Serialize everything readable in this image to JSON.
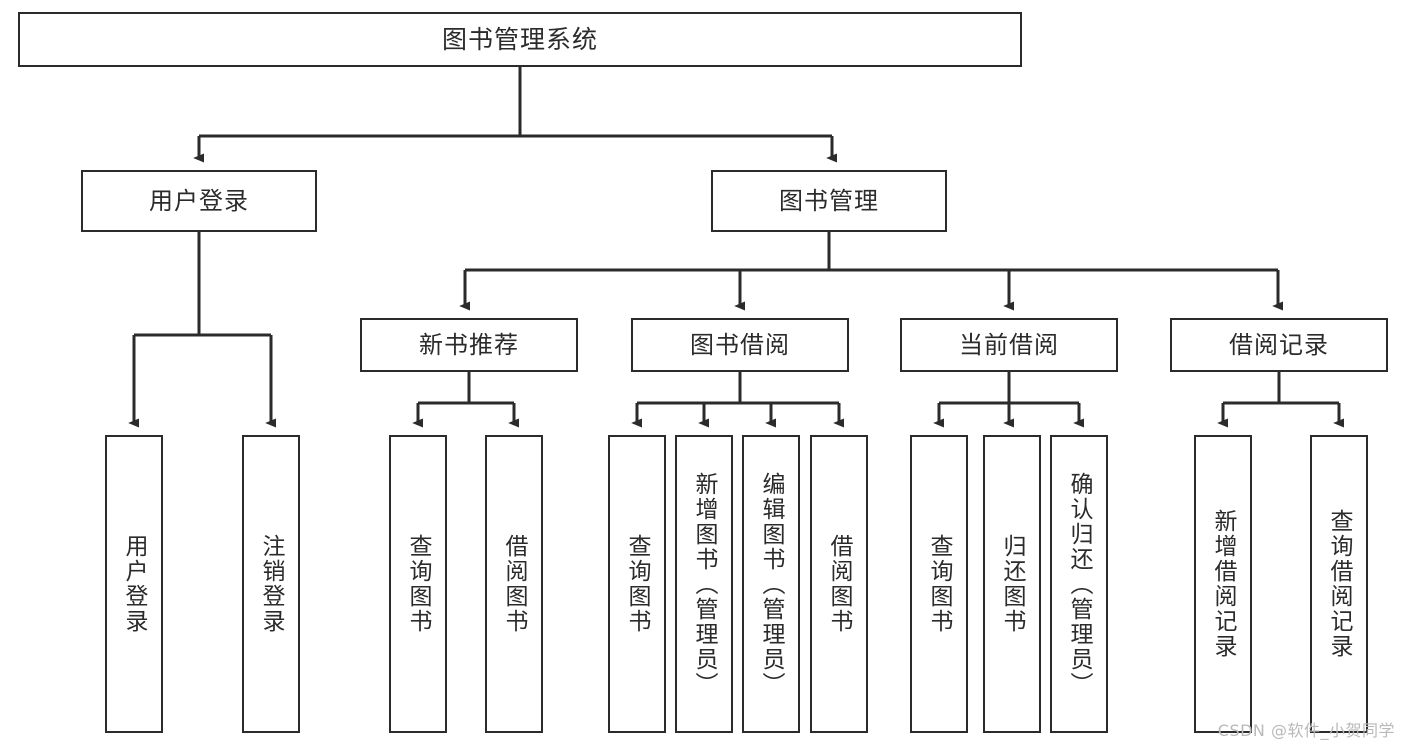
{
  "diagram": {
    "title": "图书管理系统",
    "type": "tree-hierarchy",
    "watermark": "CSDN @软件_小贺同学",
    "colors": {
      "stroke": "#2b2b2b",
      "fill": "#ffffff",
      "text": "#2b2b2b",
      "watermark": "#b9b9b9"
    },
    "root": {
      "label": "图书管理系统"
    },
    "level2": [
      {
        "id": "user-login",
        "label": "用户登录"
      },
      {
        "id": "book-management",
        "label": "图书管理"
      }
    ],
    "level3": [
      {
        "id": "new-book-recommend",
        "label": "新书推荐"
      },
      {
        "id": "book-borrow",
        "label": "图书借阅"
      },
      {
        "id": "current-borrow",
        "label": "当前借阅"
      },
      {
        "id": "borrow-record",
        "label": "借阅记录"
      }
    ],
    "leaves": {
      "user_login": [
        {
          "id": "leaf-user-login",
          "label": "用户登录"
        },
        {
          "id": "leaf-user-logout",
          "label": "注销登录"
        }
      ],
      "new_book_recommend": [
        {
          "id": "leaf-query-book-1",
          "label": "查询图书"
        },
        {
          "id": "leaf-borrow-book-1",
          "label": "借阅图书"
        }
      ],
      "book_borrow": [
        {
          "id": "leaf-query-book-2",
          "label": "查询图书"
        },
        {
          "id": "leaf-add-book",
          "label": "新增图书（管理员）"
        },
        {
          "id": "leaf-edit-book",
          "label": "编辑图书（管理员）"
        },
        {
          "id": "leaf-borrow-book-2",
          "label": "借阅图书"
        }
      ],
      "current_borrow": [
        {
          "id": "leaf-query-book-3",
          "label": "查询图书"
        },
        {
          "id": "leaf-return-book",
          "label": "归还图书"
        },
        {
          "id": "leaf-confirm-return",
          "label": "确认归还（管理员）"
        }
      ],
      "borrow_record": [
        {
          "id": "leaf-add-borrow-record",
          "label": "新增借阅记录"
        },
        {
          "id": "leaf-query-borrow-record",
          "label": "查询借阅记录"
        }
      ]
    }
  }
}
